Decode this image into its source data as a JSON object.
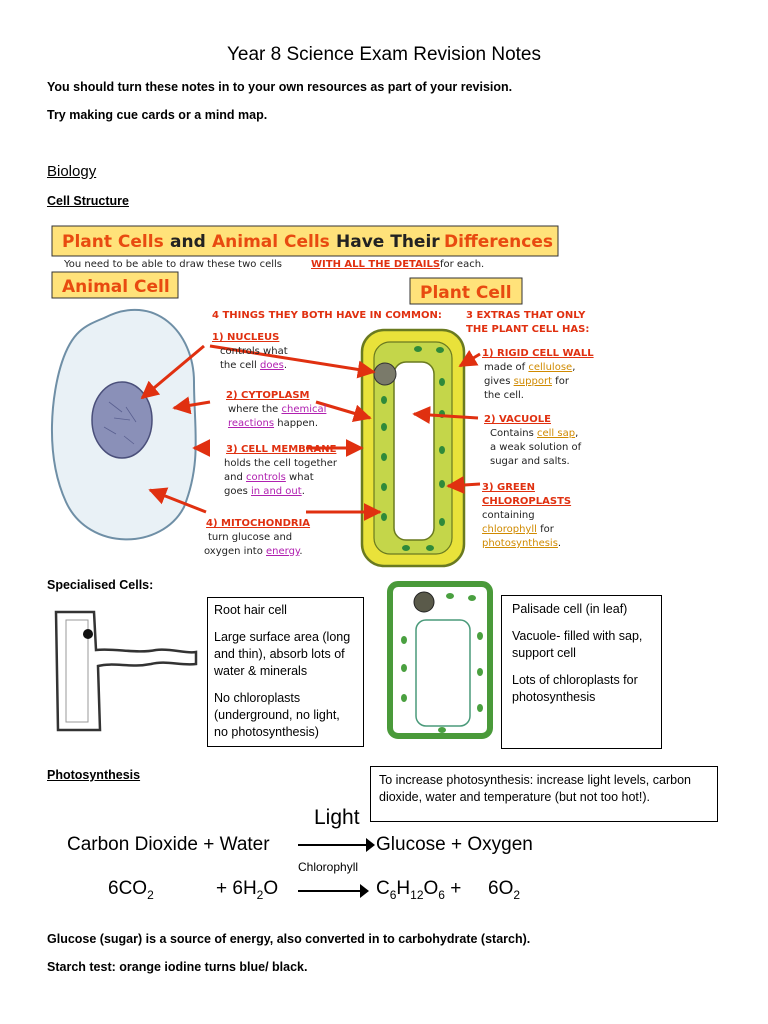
{
  "title": "Year 8 Science Exam Revision Notes",
  "intro": [
    "You should turn these notes in to your own resources as part of your revision.",
    "Try making cue cards or a mind map."
  ],
  "section": "Biology",
  "cell_structure_heading": "Cell Structure",
  "poster": {
    "banner_a": "Plant Cells",
    "banner_and": "and",
    "banner_b": "Animal Cells",
    "banner_c": "Have Their",
    "banner_d": "Differences",
    "sub_pre": "You need to be able to draw these two cells",
    "sub_em": "WITH ALL THE DETAILS",
    "sub_post": "for each.",
    "animal_label": "Animal Cell",
    "plant_label": "Plant Cell",
    "common_heading": "4 THINGS THEY BOTH HAVE IN COMMON:",
    "extras_heading_1": "3 EXTRAS THAT ONLY",
    "extras_heading_2": "THE PLANT CELL HAS:",
    "common": [
      {
        "title": "1) NUCLEUS",
        "l1": "controls what",
        "l2a": "the cell ",
        "l2b": "does",
        "l2c": "."
      },
      {
        "title": "2) CYTOPLASM",
        "l1a": "where the ",
        "l1b": "chemical",
        "l2a": "reactions",
        "l2b": " happen."
      },
      {
        "title": "3) CELL MEMBRANE",
        "l1": "holds the cell together",
        "l2a": "and ",
        "l2b": "controls",
        "l2c": " what",
        "l3a": "goes ",
        "l3b": "in and out",
        "l3c": "."
      },
      {
        "title": "4) MITOCHONDRIA",
        "l1": "turn glucose and",
        "l2a": "oxygen into ",
        "l2b": "energy",
        "l2c": "."
      }
    ],
    "extras": [
      {
        "title": "1) RIGID CELL WALL",
        "l1a": "made of ",
        "l1b": "cellulose",
        "l1c": ",",
        "l2a": "gives ",
        "l2b": "support",
        "l2c": " for",
        "l3": "the cell."
      },
      {
        "title": "2) VACUOLE",
        "l1a": "Contains ",
        "l1b": "cell sap",
        "l1c": ",",
        "l2": "a weak solution of",
        "l3": "sugar and salts."
      },
      {
        "title1": "3) GREEN",
        "title2": "CHLOROPLASTS",
        "l1": "containing",
        "l2a": "chlorophyll",
        "l2b": " for",
        "l3a": "photosynthesis",
        "l3b": "."
      }
    ]
  },
  "specialised_heading": "Specialised Cells:",
  "root_hair": [
    "Root hair cell",
    "Large surface area (long and thin), absorb lots of water & minerals",
    "No chloroplasts (underground, no light, no photosynthesis)"
  ],
  "palisade": [
    "Palisade cell (in leaf)",
    "Vacuole- filled with sap, support cell",
    "Lots of chloroplasts for photosynthesis"
  ],
  "photosynthesis_heading": "Photosynthesis",
  "increase_box": "To increase photosynthesis: increase light levels, carbon dioxide, water and temperature (but not too hot!).",
  "equation": {
    "light": "Light",
    "chlorophyll": "Chlorophyll",
    "left": "Carbon Dioxide + Water",
    "right": "Glucose + Oxygen",
    "sym_co2": "6CO",
    "sym_co2_sub": "2",
    "sym_plus": "+  6H",
    "sym_h2o_sub": "2",
    "sym_o": "O",
    "sym_c": "C",
    "sym_c_sub": "6",
    "sym_h": "H",
    "sym_h_sub": "12",
    "sym_o6": "O",
    "sym_o6_sub": "6",
    "sym_plus2": " +",
    "sym_o2": "6O",
    "sym_o2_sub": "2"
  },
  "footer": [
    "Glucose (sugar) is a source of energy, also converted in to carbohydrate (starch).",
    "Starch test: orange iodine turns blue/ black."
  ]
}
